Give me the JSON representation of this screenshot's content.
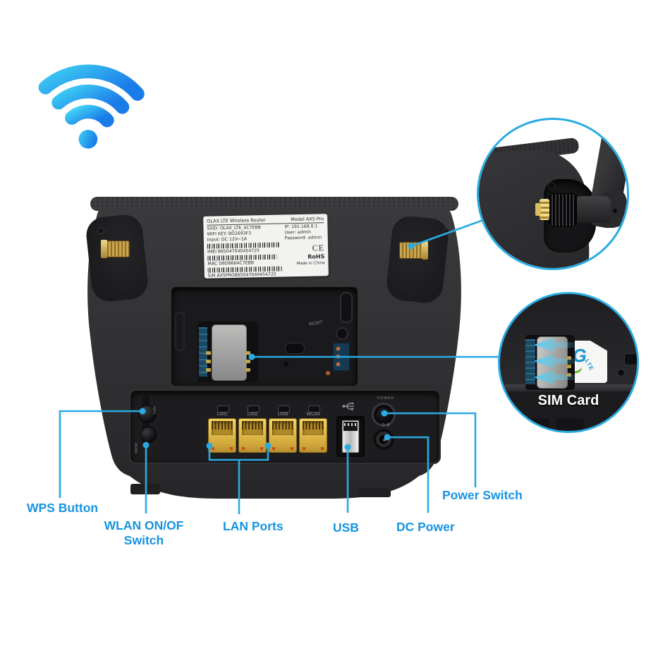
{
  "colors": {
    "accent": "#29abe2",
    "label-blue": "#1694e0",
    "body-dark": "#2e2e30",
    "lan-yellow": "#e9c243",
    "wifi-start": "#3fd0f4",
    "wifi-end": "#1a7ce8"
  },
  "icons": {
    "wifi": "wifi-signal",
    "usb": "usb-trident"
  },
  "annotations": {
    "wps": "WPS Button",
    "wlan_line1": "WLAN ON/OF",
    "wlan_line2": "Switch",
    "lan": "LAN Ports",
    "usb": "USB",
    "dc_power": "DC Power",
    "power_switch": "Power Switch"
  },
  "router": {
    "sticker": {
      "title": "OLAX LTE Wireless Router",
      "model": "Model AX5 Pro",
      "ssid": "SSID: OLAX_LTE_4C7EBB",
      "ip": "IP: 192.168.0.1",
      "wifi_key": "WIFI KEY: BD2693F3",
      "user": "User: admin",
      "input": "Input: DC 12V⎓1A",
      "password": "Password: admin",
      "imei": "IMEI 865047040454725",
      "mac": "MAC D8D8664C7EBB",
      "serial": "S/N AX5PRO865047040454725",
      "ce_mark": "CE",
      "rohs": "RoHS",
      "made_in": "Made in China"
    },
    "compartment": {
      "reset": "RESET"
    },
    "ports": {
      "wps": "WPS",
      "wlan": "WLAN",
      "lan_labels": [
        "LAN1",
        "LAN2",
        "LAN3",
        "W/LAN"
      ],
      "power": "POWER",
      "polarity": "⊖ ⊕"
    }
  },
  "sim_inset": {
    "logo_4g": "4G",
    "logo_lte": "LTE",
    "caption": "SIM Card"
  }
}
